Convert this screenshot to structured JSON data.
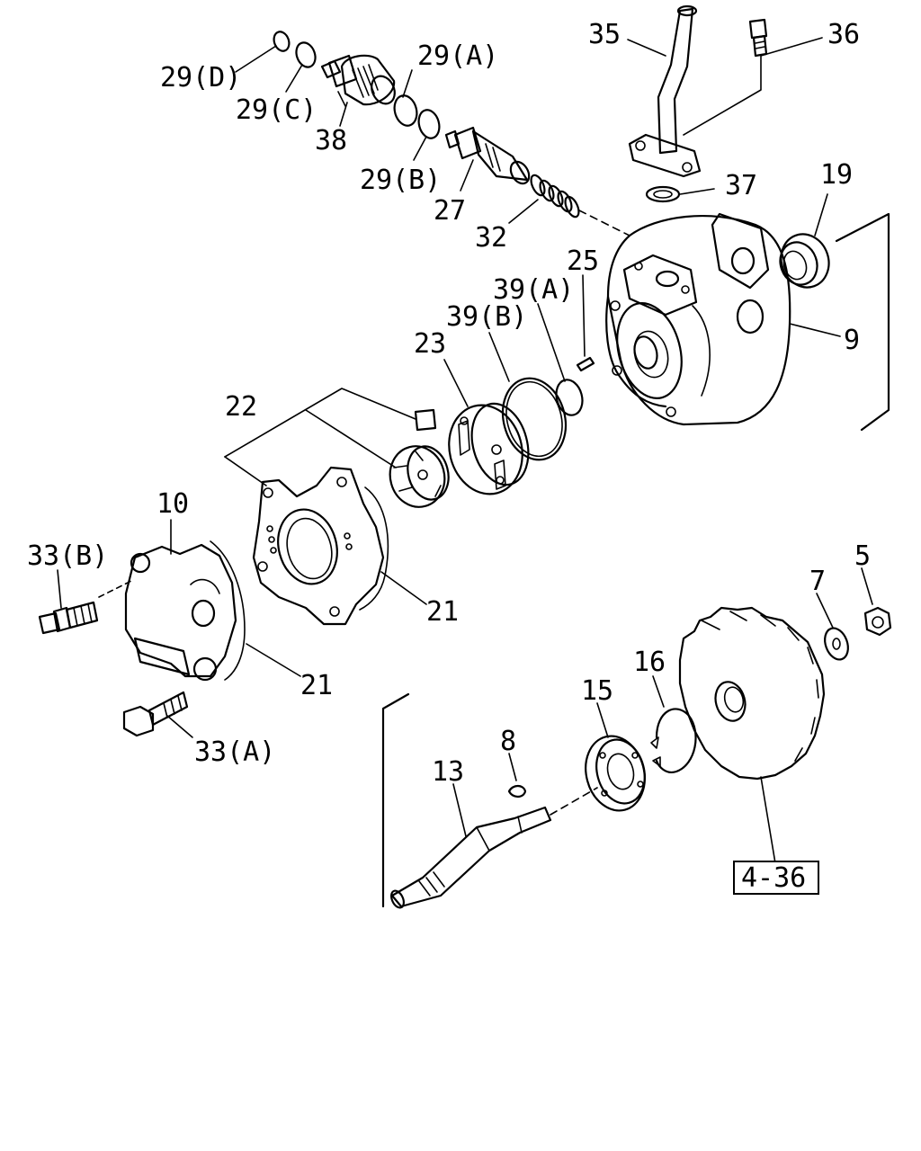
{
  "callouts": {
    "c29D": "29(D)",
    "c29C": "29(C)",
    "c29A": "29(A)",
    "c29B": "29(B)",
    "c38": "38",
    "c27": "27",
    "c32": "32",
    "c35": "35",
    "c36": "36",
    "c37": "37",
    "c19": "19",
    "c9": "9",
    "c25": "25",
    "c39A": "39(A)",
    "c39B": "39(B)",
    "c23": "23",
    "c22": "22",
    "c10": "10",
    "c33B": "33(B)",
    "c21a": "21",
    "c21b": "21",
    "c33A": "33(A)",
    "c5": "5",
    "c7": "7",
    "c16": "16",
    "c15": "15",
    "c8": "8",
    "c13": "13"
  },
  "reference": {
    "label": "4-36"
  }
}
